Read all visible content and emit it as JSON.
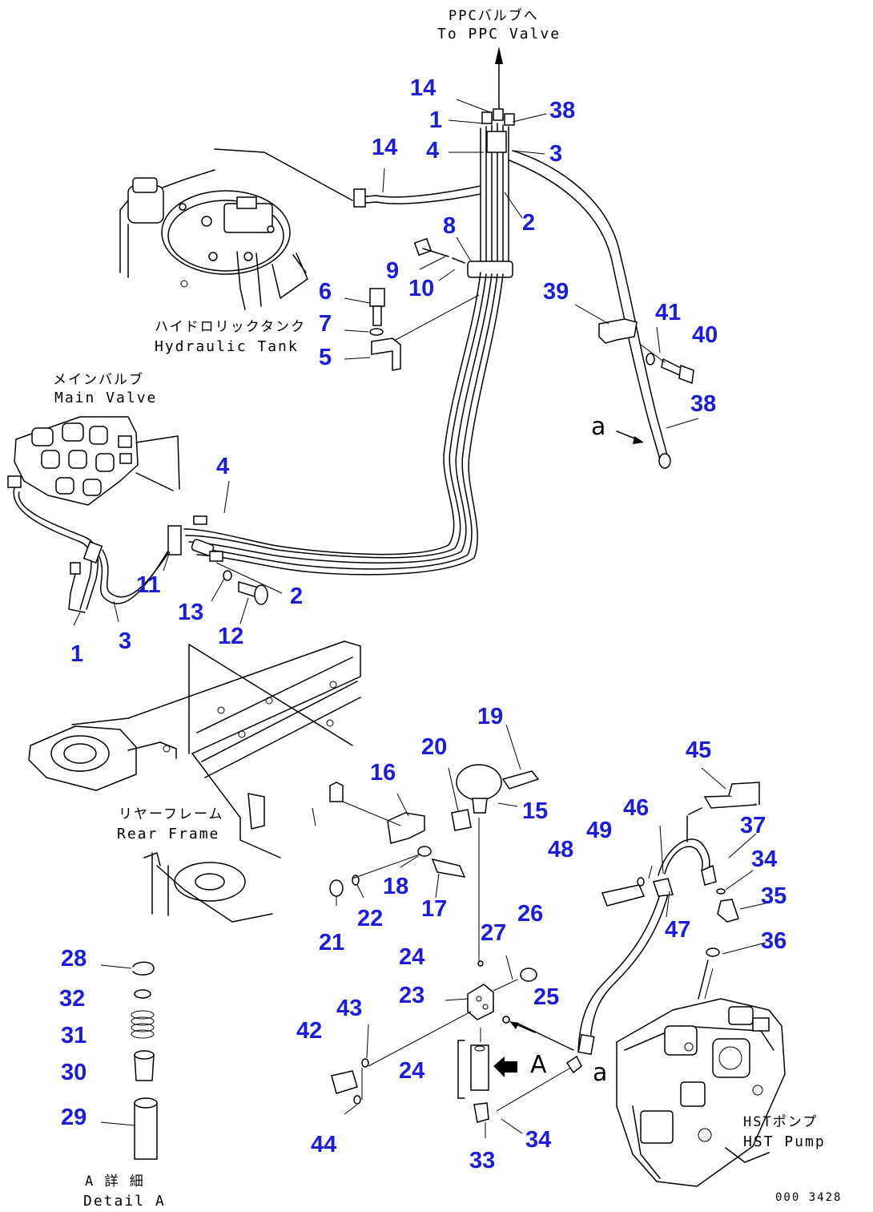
{
  "labels": {
    "to_ppc_jp": "PPCバルブへ",
    "to_ppc_en": "To PPC Valve",
    "hydraulic_tank_jp": "ハイドロリックタンク",
    "hydraulic_tank_en": "Hydraulic Tank",
    "main_valve_jp": "メインバルブ",
    "main_valve_en": "Main Valve",
    "rear_frame_jp": "リヤーフレーム",
    "rear_frame_en": "Rear Frame",
    "hst_pump_jp": "HSTポンプ",
    "hst_pump_en": "HST Pump",
    "detail_a_jp": "A 詳 細",
    "detail_a_en": "Detail A",
    "view_a": "A",
    "mark_a_upper": "a",
    "mark_a_lower": "a",
    "figure_code": "000 3428"
  },
  "part_numbers": {
    "p14_top": "14",
    "p1_top": "1",
    "p38_top": "38",
    "p4_top": "4",
    "p3_top": "3",
    "p14_mid": "14",
    "p2_top": "2",
    "p8": "8",
    "p9": "9",
    "p10": "10",
    "p6": "6",
    "p7": "7",
    "p5": "5",
    "p39": "39",
    "p41": "41",
    "p40": "40",
    "p38_mid": "38",
    "p4_mid": "4",
    "p11": "11",
    "p2_mid": "2",
    "p13": "13",
    "p12": "12",
    "p1_low": "1",
    "p3_low": "3",
    "p19": "19",
    "p20": "20",
    "p16": "16",
    "p15": "15",
    "p45": "45",
    "p46": "46",
    "p49": "49",
    "p48": "48",
    "p37": "37",
    "p34_a": "34",
    "p18": "18",
    "p17": "17",
    "p22": "22",
    "p21": "21",
    "p35": "35",
    "p47": "47",
    "p26": "26",
    "p27": "27",
    "p36": "36",
    "p24_a": "24",
    "p28": "28",
    "p23": "23",
    "p25": "25",
    "p32": "32",
    "p43": "43",
    "p42": "42",
    "p31": "31",
    "p24_b": "24",
    "p30": "30",
    "p29": "29",
    "p44": "44",
    "p34_b": "34",
    "p33": "33"
  }
}
